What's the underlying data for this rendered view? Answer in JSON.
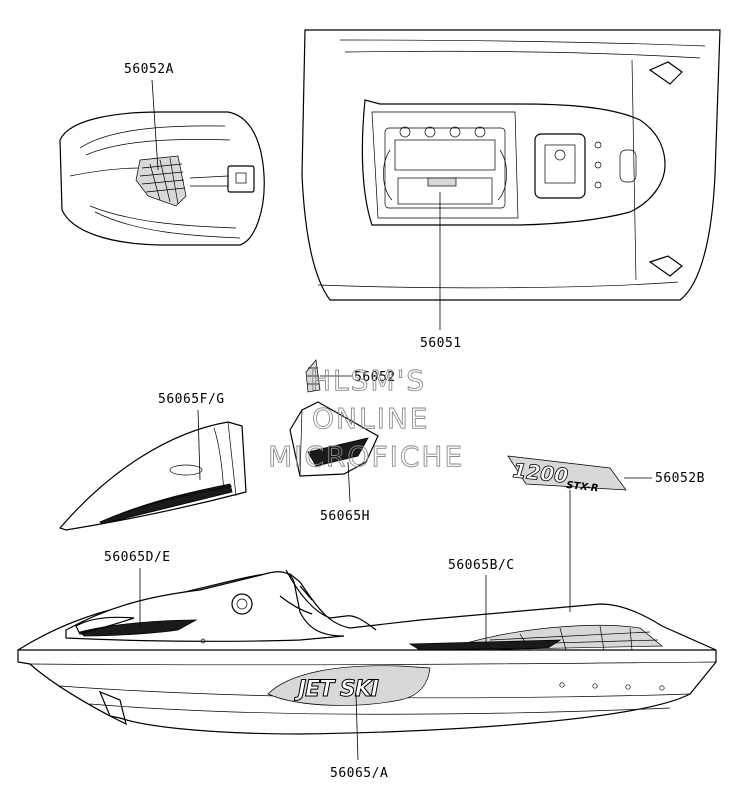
{
  "parts": {
    "p56052A": "56052A",
    "p56051": "56051",
    "p56052": "56052",
    "p56065FG": "56065F/G",
    "p56065H": "56065H",
    "p56052B": "56052B",
    "p56065DE": "56065D/E",
    "p56065BC": "56065B/C",
    "p56065A": "56065/A"
  },
  "watermark": {
    "line1": "HLSM'S",
    "line2": "ONLINE",
    "line3": "MICROFICHE"
  },
  "decals": {
    "jetski": "JET SKI",
    "model": "1200",
    "model_sub": "STX-R"
  },
  "colors": {
    "line": "#000000",
    "watermark": "#8a8a8a",
    "background": "#ffffff"
  }
}
